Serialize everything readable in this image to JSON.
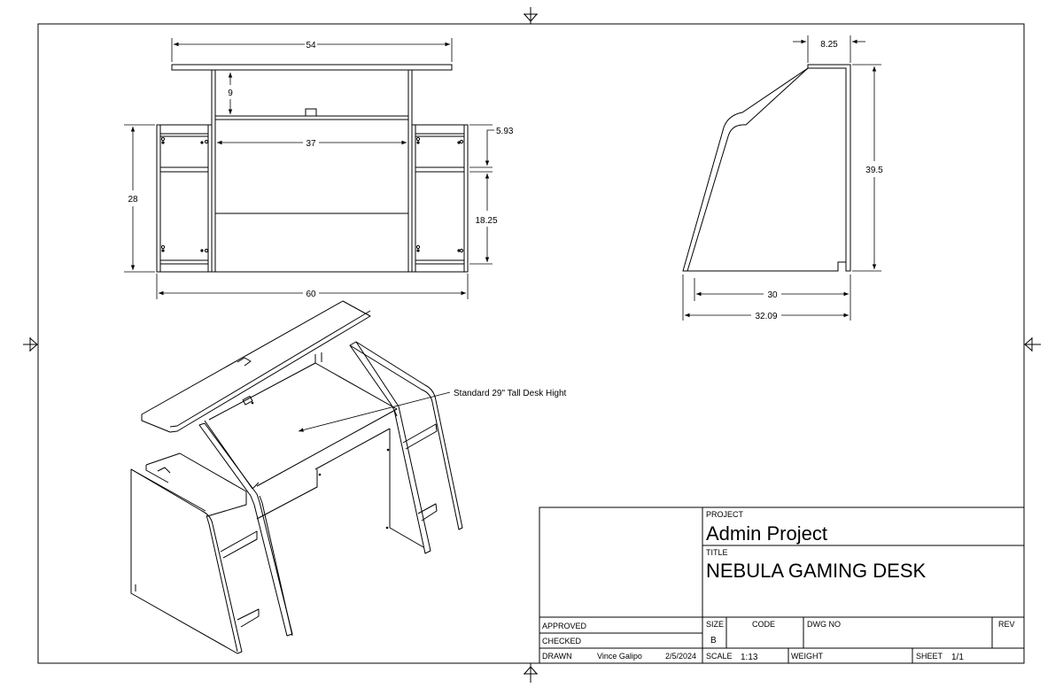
{
  "dimensions": {
    "top_width": "54",
    "riser_height": "9",
    "inner_width": "37",
    "shelf_gap": "5.93",
    "side_height": "28",
    "shelf_height": "18.25",
    "overall_width": "60",
    "top_depth": "8.25",
    "overall_height": "39.5",
    "base_depth": "30",
    "overall_depth": "32.09"
  },
  "callout": {
    "text": "Standard 29\" Tall Desk Hight"
  },
  "title_block": {
    "project_label": "PROJECT",
    "project_name": "Admin Project",
    "title_label": "TITLE",
    "title": "NEBULA GAMING DESK",
    "approved_label": "APPROVED",
    "checked_label": "CHECKED",
    "drawn_label": "DRAWN",
    "drawn_by": "Vince Galipo",
    "date": "2/5/2024",
    "size_label": "SIZE",
    "size": "B",
    "code_label": "CODE",
    "dwg_no_label": "DWG NO",
    "rev_label": "REV",
    "scale_label": "SCALE",
    "scale": "1:13",
    "weight_label": "WEIGHT",
    "sheet_label": "SHEET",
    "sheet": "1/1"
  }
}
